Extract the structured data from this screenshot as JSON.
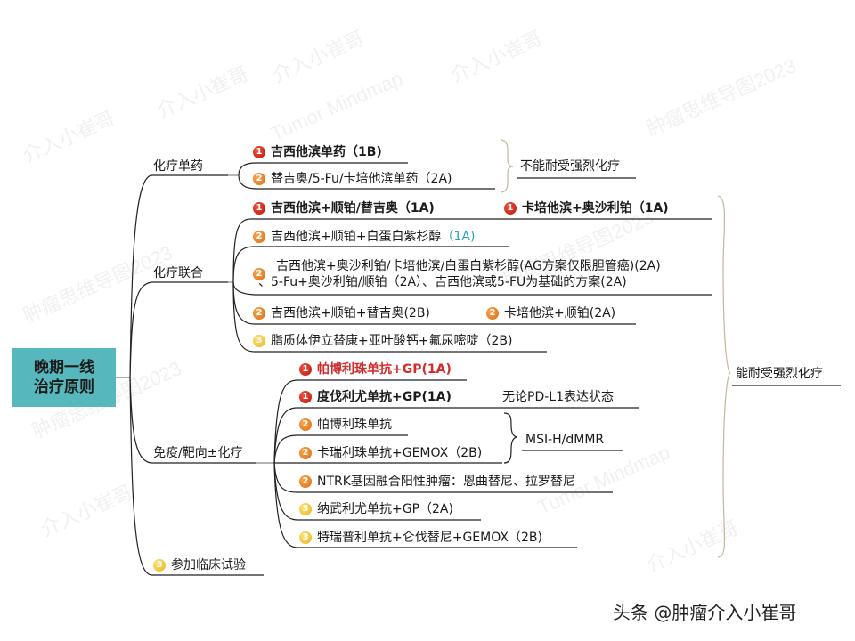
{
  "root": {
    "line1": "晚期一线",
    "line2": "治疗原则",
    "color": "#56b8bd"
  },
  "branches": {
    "single_agent": {
      "label": "化疗单药",
      "items": [
        {
          "badge": "1",
          "text": "吉西他滨单药（1B)",
          "bold": true
        },
        {
          "badge": "2",
          "text": "替吉奥/5-Fu/卡培他滨单药（2A)"
        }
      ],
      "bracket_label": "不能耐受强烈化疗"
    },
    "combination": {
      "label": "化疗联合",
      "items": [
        {
          "badge": "1",
          "text": "吉西他滨+顺铂/替吉奥（1A)",
          "bold": true
        },
        {
          "badge": "1",
          "text": "卡培他滨+奥沙利铂（1A)",
          "bold": true
        },
        {
          "badge": "2",
          "text": "吉西他滨+顺铂+白蛋白紫杉醇",
          "suffix": "（1A)",
          "suffix_color": "#2aa1b5"
        },
        {
          "badge": "2",
          "line1": "吉西他滨+奥沙利铂/卡培他滨/白蛋白紫杉醇(AG方案仅限胆管癌)(2A)",
          "line2": "、5-Fu+奥沙利铂/顺铂（2A）、吉西他滨或5-FU为基础的方案(2A)"
        },
        {
          "badge": "2",
          "text": "吉西他滨+顺铂+替吉奥(2B)"
        },
        {
          "badge": "2",
          "text": "卡培他滨+顺铂(2A)"
        },
        {
          "badge": "3",
          "text": "脂质体伊立替康+亚叶酸钙+氟尿嘧啶（2B)"
        }
      ]
    },
    "immuno": {
      "label": "免疫/靶向±化疗",
      "items": [
        {
          "badge": "1",
          "text": "帕博利珠单抗+GP(1A)",
          "bold": true,
          "color": "#d22b2b"
        },
        {
          "badge": "1",
          "text": "度伐利尤单抗+GP(1A)",
          "bold": true,
          "note": "无论PD-L1表达状态"
        },
        {
          "badge": "2",
          "text": "帕博利珠单抗"
        },
        {
          "badge": "2",
          "text": "卡瑞利珠单抗+GEMOX（2B)"
        },
        {
          "badge": "2",
          "text": "NTRK基因融合阳性肿瘤：恩曲替尼、拉罗替尼"
        },
        {
          "badge": "3",
          "text": "纳武利尤单抗+GP（2A)"
        },
        {
          "badge": "3",
          "text": "特瑞普利单抗+仑伐替尼+GEMOX（2B)"
        }
      ],
      "msi_label": "MSI-H/dMMR"
    },
    "trial": {
      "badge": "3",
      "label": "参加临床试验"
    }
  },
  "right_bracket_label": "能耐受强烈化疗",
  "watermarks": [
    "介入小崔哥",
    "Tumor Mindmap",
    "肿瘤思维导图2023"
  ],
  "footer": "头条 @肿瘤介入小崔哥",
  "badge_colors": {
    "1": "#c8261a",
    "2": "#e8801f",
    "3": "#f2c531"
  }
}
